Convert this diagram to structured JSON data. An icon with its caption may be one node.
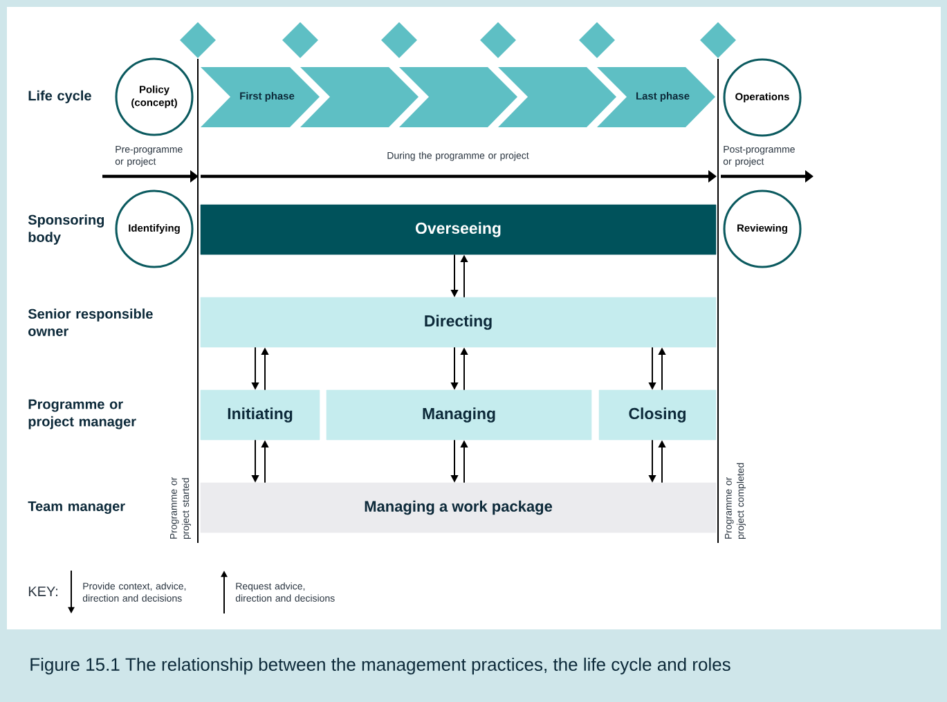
{
  "diagram": {
    "caption": "Figure 15.1 The relationship between the management practices, the life cycle and roles",
    "nodes": [
      {
        "text": [
          "Policy (concept)"
        ]
      },
      {
        "text": [
          "First phase"
        ]
      },
      {
        "text": [],
        "shape": "chevron"
      },
      {
        "text": [],
        "shape": "chevron"
      },
      {
        "text": [],
        "shape": "chevron"
      },
      {
        "text": [
          "Last phase"
        ]
      },
      {
        "text": [
          "Operations"
        ]
      },
      {
        "text": [
          "Identifying"
        ]
      },
      {
        "text": [
          "Overseeing"
        ]
      },
      {
        "text": [
          "Reviewing"
        ]
      },
      {
        "text": [
          "Directing"
        ]
      },
      {
        "text": [
          "Initiating"
        ]
      },
      {
        "text": [
          "Managing"
        ]
      },
      {
        "text": [
          "Closing"
        ]
      },
      {
        "text": [
          "Managing a work package"
        ]
      }
    ],
    "edges": [
      {
        "from": 8,
        "to": 10,
        "arrow": "to"
      },
      {
        "from": 10,
        "to": 8,
        "arrow": "to"
      },
      {
        "from": 10,
        "to": 11,
        "arrow": "to"
      },
      {
        "from": 11,
        "to": 10,
        "arrow": "to"
      },
      {
        "from": 10,
        "to": 12,
        "arrow": "to"
      },
      {
        "from": 12,
        "to": 10,
        "arrow": "to"
      },
      {
        "from": 10,
        "to": 13,
        "arrow": "to"
      },
      {
        "from": 13,
        "to": 10,
        "arrow": "to"
      },
      {
        "from": 11,
        "to": 14,
        "arrow": "to"
      },
      {
        "from": 14,
        "to": 11,
        "arrow": "to"
      },
      {
        "from": 12,
        "to": 14,
        "arrow": "to"
      },
      {
        "from": 14,
        "to": 12,
        "arrow": "to"
      },
      {
        "from": 13,
        "to": 14,
        "arrow": "to"
      },
      {
        "from": 14,
        "to": 13,
        "arrow": "to"
      }
    ],
    "labels": [
      "Life cycle",
      "Pre-programme or project",
      "During the programme or project",
      "Post-programme or project",
      "Sponsoring body",
      "Senior responsible owner",
      "Programme or project manager",
      "Team manager",
      "Programme or project started",
      "Programme or project completed",
      "KEY:"
    ],
    "legend": [
      {
        "text": "Provide context, advice, direction and decisions"
      },
      {
        "text": "Request advice, direction and decisions"
      }
    ]
  }
}
